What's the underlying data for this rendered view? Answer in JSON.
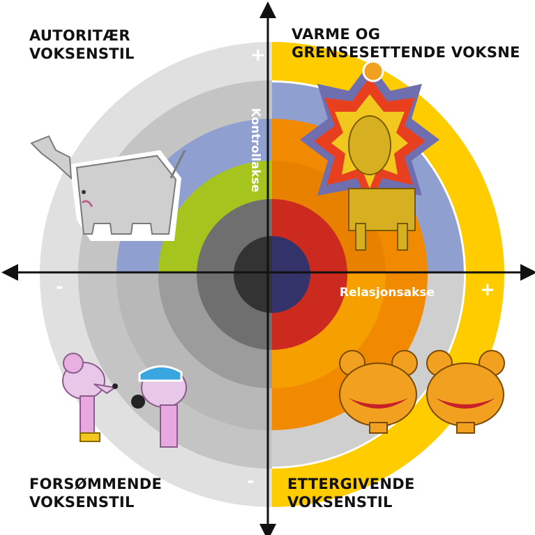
{
  "quadrants": {
    "top_left": {
      "line1": "AUTORITÆR",
      "line2": "VOKSENSTIL"
    },
    "top_right": {
      "line1": "VARME OG",
      "line2": "GRENSESETTENDE VOKSNE"
    },
    "bottom_left": {
      "line1": "FORSØMMENDE",
      "line2": "VOKSENSTIL"
    },
    "bottom_right": {
      "line1": "ETTERGIVENDE",
      "line2": "VOKSENSTIL"
    }
  },
  "axes": {
    "vertical_label": "Kontrollakse",
    "horizontal_label": "Relasjonsakse",
    "vertical_plus": "+",
    "vertical_minus": "-",
    "horizontal_plus": "+",
    "horizontal_minus": "-"
  },
  "ring_colors": {
    "left": [
      "#dedede",
      "#c8c8c8",
      "#8fa0d0",
      "#b4b4b4",
      "#a6c41e",
      "#6e6e6e",
      "#3c3c3c"
    ],
    "right": [
      "#ffcc00",
      "#ffffff",
      "#8fa0d0",
      "#f28a00",
      "#e07a00",
      "#cc2a1e",
      "#33336a"
    ]
  },
  "icons": {
    "top_left": "elephant-icon",
    "top_right": "lion-icon",
    "bottom_left": "mice-icon",
    "bottom_right": "bears-icon"
  }
}
